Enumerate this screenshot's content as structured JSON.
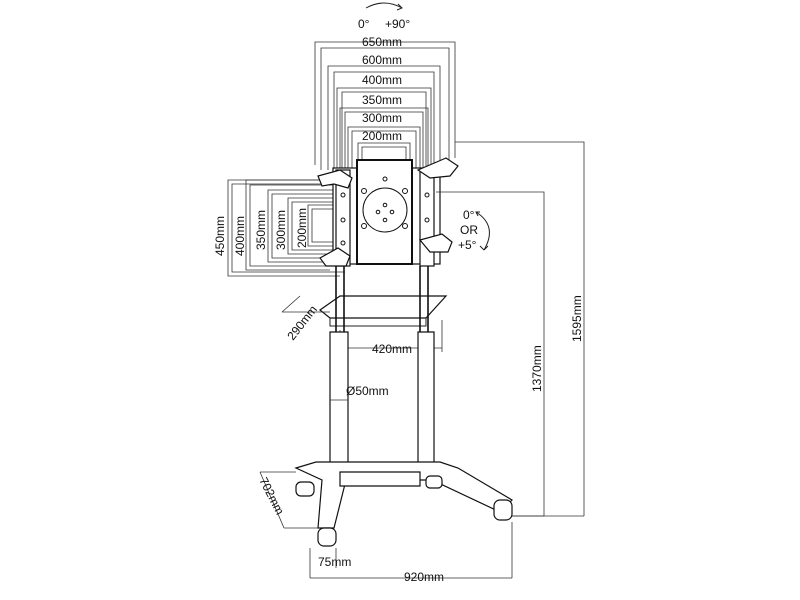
{
  "tilt_top": {
    "zero": "0°",
    "plus": "+90°"
  },
  "tilt_side": {
    "zero": "0°",
    "or": "OR",
    "plus": "+5°"
  },
  "vesa_widths": [
    "650mm",
    "600mm",
    "400mm",
    "350mm",
    "300mm",
    "200mm"
  ],
  "vesa_heights": [
    "450mm",
    "400mm",
    "350mm",
    "300mm",
    "200mm"
  ],
  "shelf": {
    "depth": "290mm",
    "width": "420mm"
  },
  "column": {
    "diameter": "Ø50mm"
  },
  "heights": {
    "mid": "1370mm",
    "total": "1595mm"
  },
  "base": {
    "depth": "702mm",
    "caster": "75mm",
    "width": "920mm"
  }
}
